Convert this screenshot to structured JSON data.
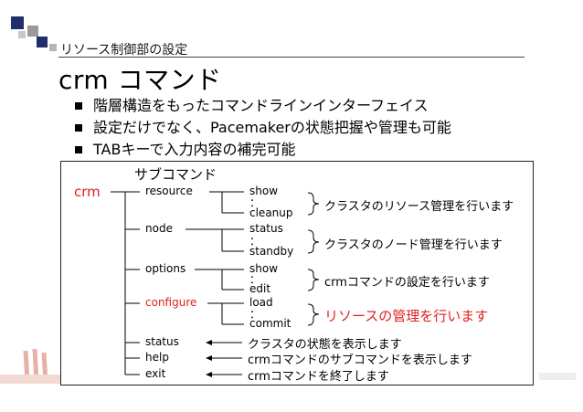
{
  "slide": {
    "subtitle": "リソース制御部の設定",
    "title": "crm コマンド",
    "bullets": [
      "階層構造をもったコマンドラインインターフェイス",
      "設定だけでなく、Pacemakerの状態把握や管理も可能",
      "TABキーで入力内容の補完可能"
    ]
  },
  "diagram": {
    "heading": "サブコマンド",
    "root": "crm",
    "subcommands": {
      "resource": "resource",
      "node": "node",
      "options": "options",
      "configure": "configure",
      "status": "status",
      "help": "help",
      "exit": "exit"
    },
    "leaves": {
      "show1": "show",
      "cleanup": "cleanup",
      "status": "status",
      "standby": "standby",
      "show2": "show",
      "edit": "edit",
      "load": "load",
      "commit": "commit"
    },
    "ellipsis": "：",
    "notes": {
      "resource": "クラスタのリソース管理を行います",
      "node": "クラスタのノード管理を行います",
      "options": "crmコマンドの設定を行います",
      "configure": "リソースの管理を行います",
      "status": "クラスタの状態を表示します",
      "help": "crmコマンドのサブコマンドを表示します",
      "exit": "crmコマンドを終了します"
    }
  },
  "colors": {
    "highlight": "#e02020",
    "deco_blue": "#1f2f6b",
    "deco_gray": "#8c8c8c"
  }
}
